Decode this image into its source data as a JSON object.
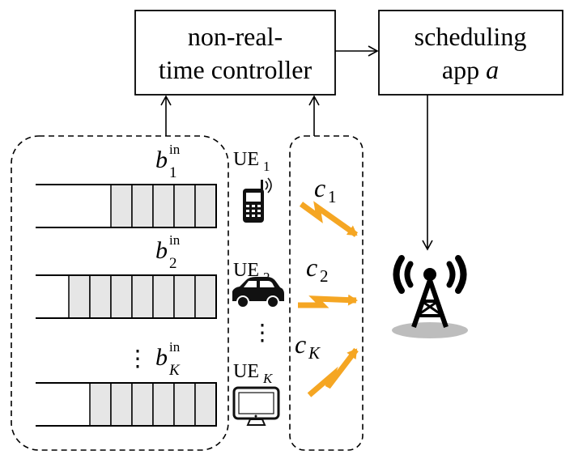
{
  "controller": {
    "line1": "non-real-",
    "line2": "time controller"
  },
  "scheduler": {
    "line1": "scheduling",
    "line2_prefix": "app",
    "line2_var": "a"
  },
  "buffers": [
    {
      "var": "b",
      "sup": "in",
      "sub": "1",
      "filled_cells": 5
    },
    {
      "var": "b",
      "sup": "in",
      "sub": "2",
      "filled_cells": 7
    },
    {
      "var": "b",
      "sup": "in",
      "sub": "K",
      "filled_cells": 6
    }
  ],
  "ues": [
    {
      "base": "UE",
      "sub": "1",
      "icon": "mobile-phone-icon"
    },
    {
      "base": "UE",
      "sub": "2",
      "icon": "car-icon"
    },
    {
      "base": "UE",
      "sub": "K",
      "icon": "computer-monitor-icon"
    }
  ],
  "channels": [
    {
      "var": "c",
      "sub": "1"
    },
    {
      "var": "c",
      "sub": "2"
    },
    {
      "var": "c",
      "sub": "K"
    }
  ],
  "ellipsis": "⋮",
  "colors": {
    "link": "#f5a623",
    "cell_fill": "#e6e6e6",
    "stroke": "#000000",
    "shadow": "#bdbdbd"
  },
  "base_station_icon": "cell-tower-icon"
}
